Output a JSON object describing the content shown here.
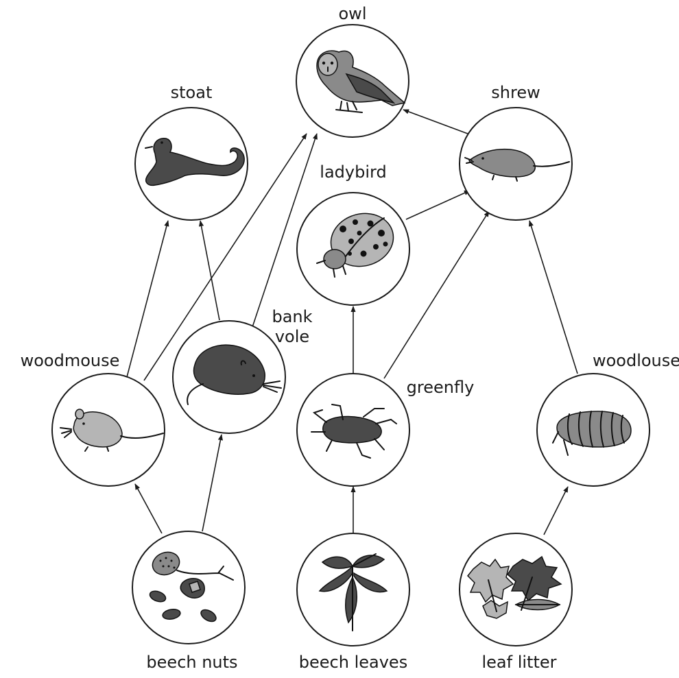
{
  "nodes": {
    "owl": "owl",
    "stoat": "stoat",
    "shrew": "shrew",
    "ladybird": "ladybird",
    "bank_vole_line1": "bank",
    "bank_vole_line2": "vole",
    "woodmouse": "woodmouse",
    "greenfly": "greenfly",
    "woodlouse": "woodlouse",
    "beech_nuts": "beech nuts",
    "beech_leaves": "beech leaves",
    "leaf_litter": "leaf litter"
  },
  "links": [
    {
      "from": "beech nuts",
      "to": "woodmouse"
    },
    {
      "from": "beech nuts",
      "to": "bank vole"
    },
    {
      "from": "beech leaves",
      "to": "greenfly"
    },
    {
      "from": "leaf litter",
      "to": "woodlouse"
    },
    {
      "from": "woodmouse",
      "to": "stoat"
    },
    {
      "from": "woodmouse",
      "to": "owl"
    },
    {
      "from": "bank vole",
      "to": "stoat"
    },
    {
      "from": "bank vole",
      "to": "owl"
    },
    {
      "from": "greenfly",
      "to": "ladybird"
    },
    {
      "from": "greenfly",
      "to": "shrew"
    },
    {
      "from": "ladybird",
      "to": "shrew"
    },
    {
      "from": "woodlouse",
      "to": "shrew"
    },
    {
      "from": "shrew",
      "to": "owl"
    }
  ]
}
